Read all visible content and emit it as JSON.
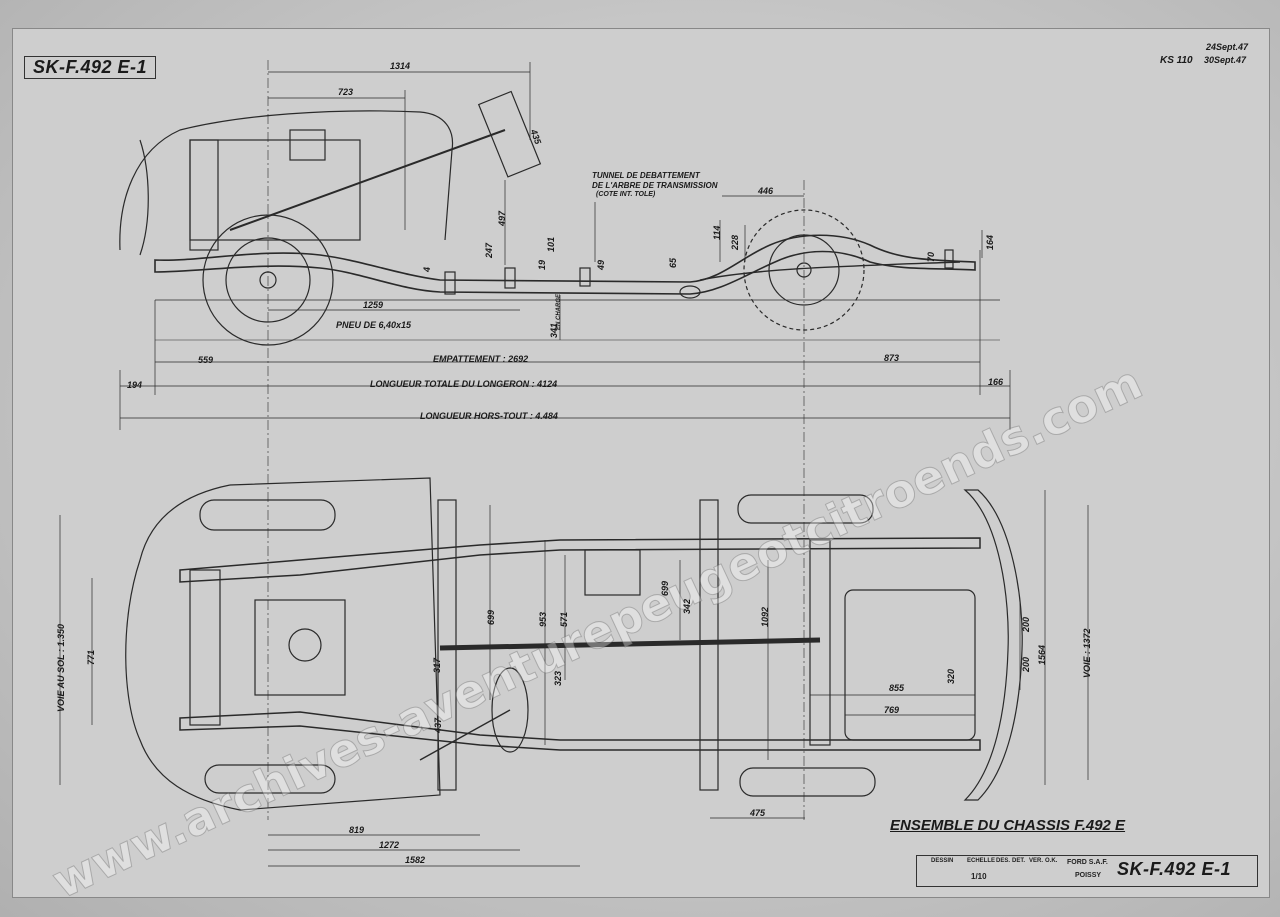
{
  "drawing": {
    "ref_top": "SK-F.492 E-1",
    "ref_bottom": "SK-F.492 E-1",
    "title": "ENSEMBLE DU CHASSIS F.492 E",
    "revisions": {
      "line1": "24Sept.47",
      "line2_ref": "KS 110",
      "line2_date": "30Sept.47"
    },
    "watermark": "www.archives-aventurepeugeotcitroends.com"
  },
  "side_view": {
    "notes": {
      "tunnel_line1": "TUNNEL DE DEBATTEMENT",
      "tunnel_line2": "DE L'ARBRE DE TRANSMISSION",
      "tunnel_line3": "(COTE INT. TOLE)",
      "tire": "PNEU DE 6,40x15",
      "en_charge": "EN CHARGE"
    },
    "dims": {
      "d1314": "1314",
      "d723": "723",
      "d435": "435",
      "d446": "446",
      "d497": "497",
      "d247": "247",
      "d19": "19",
      "d101": "101",
      "d49": "49",
      "d65": "65",
      "d114": "114",
      "d228": "228",
      "d70": "70",
      "d164": "164",
      "d1259": "1259",
      "d341": "341",
      "d4": "4"
    },
    "overall": {
      "front_overhang": "559",
      "wheelbase": "EMPATTEMENT : 2692",
      "rear_overhang": "873",
      "front_bumper": "194",
      "frame_length": "LONGUEUR TOTALE DU LONGERON : 4124",
      "rear_bumper": "166",
      "overall_length": "LONGUEUR HORS-TOUT : 4.484"
    }
  },
  "plan_view": {
    "dims": {
      "front_track": "VOIE AU SOL : 1.350",
      "d771": "771",
      "d699a": "699",
      "d953": "953",
      "d571": "571",
      "d699b": "699",
      "d342": "342",
      "d1092": "1092",
      "d323": "323",
      "d317": "317",
      "d437": "437",
      "d200a": "200",
      "d200b": "200",
      "d1564": "1564",
      "rear_track": "VOIE : 1372",
      "d855": "855",
      "d320": "320",
      "d769": "769",
      "d475": "475",
      "d819": "819",
      "d1272": "1272",
      "d1582": "1582"
    }
  },
  "title_block": {
    "h_dessin": "DESSIN",
    "h_echelle": "ECHELLE",
    "h_des": "DES.",
    "h_det": "DET.",
    "h_ver": "VER.",
    "h_ok": "O.K.",
    "scale": "1/10",
    "company": "FORD S.A.F.",
    "place": "POISSY"
  }
}
